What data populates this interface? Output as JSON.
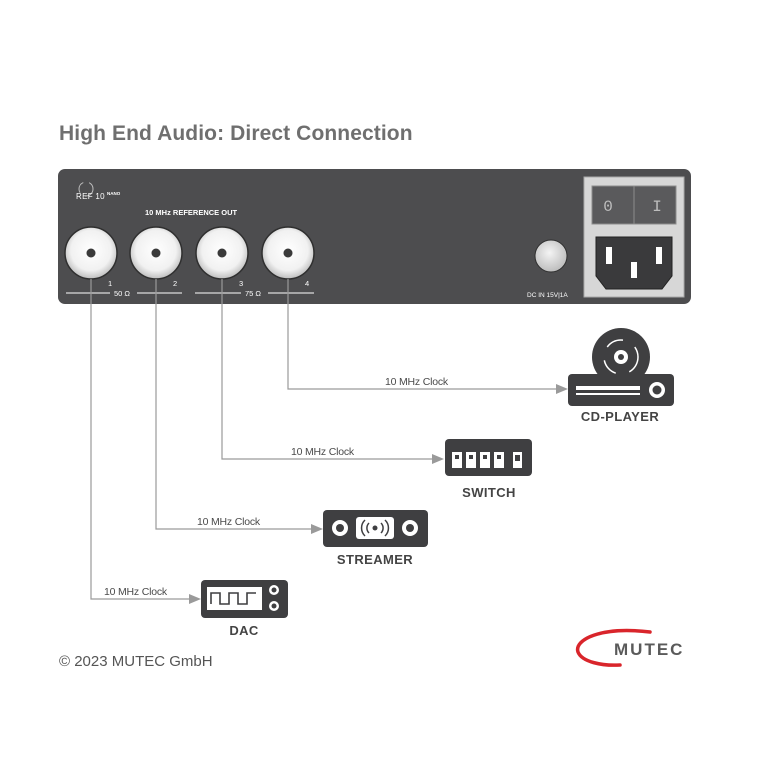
{
  "title": "High End Audio: Direct Connection",
  "copyright": "© 2023 MUTEC GmbH",
  "brand": "MUTEC",
  "panel": {
    "model": "REF 10",
    "model_suffix": "NANO",
    "reference_out_label": "10 MHz REFERENCE OUT",
    "port_numbers": [
      "1",
      "2",
      "3",
      "4"
    ],
    "impedance_left": "50 Ω",
    "impedance_right": "75 Ω",
    "power_label": "DC IN 15V|1A",
    "switch_off": "0",
    "switch_on": "I"
  },
  "connections": [
    {
      "label": "10 MHz Clock",
      "device": "CD-PLAYER"
    },
    {
      "label": "10 MHz Clock",
      "device": "SWITCH"
    },
    {
      "label": "10 MHz Clock",
      "device": "STREAMER"
    },
    {
      "label": "10 MHz Clock",
      "device": "DAC"
    }
  ],
  "colors": {
    "panel": "#4d4d4f",
    "device": "#3f3f41",
    "wire": "#9a9a9a",
    "brand_red": "#d9252b"
  }
}
